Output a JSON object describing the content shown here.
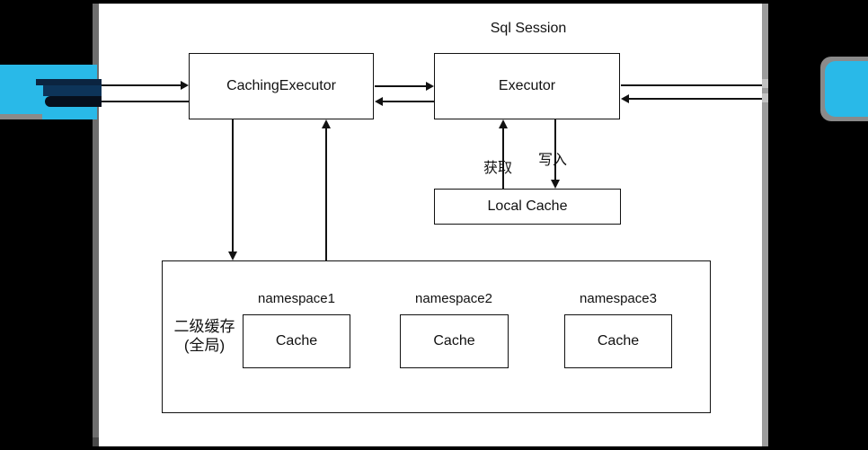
{
  "title": "Sql Session",
  "nodes": {
    "caching_executor": {
      "label": "CachingExecutor"
    },
    "executor": {
      "label": "Executor"
    },
    "local_cache": {
      "label": "Local Cache"
    },
    "global_cache": {
      "label_line1": "二级缓存",
      "label_line2": "(全局)"
    },
    "namespaces": [
      {
        "name": "namespace1",
        "cache_label": "Cache"
      },
      {
        "name": "namespace2",
        "cache_label": "Cache"
      },
      {
        "name": "namespace3",
        "cache_label": "Cache"
      }
    ]
  },
  "edges": {
    "get_label": "获取",
    "write_label": "写入"
  },
  "colors": {
    "background": "#000000",
    "panel": "#ffffff",
    "line": "#111111",
    "accent_cyan": "#29b9e8",
    "accent_dark_navy": "#0b2440",
    "accent_deep_blue": "#0d3459",
    "accent_near_black": "#060f1c",
    "left_strip_gray": "#6e6e6e",
    "right_strip_gray": "#9c9c9c"
  }
}
